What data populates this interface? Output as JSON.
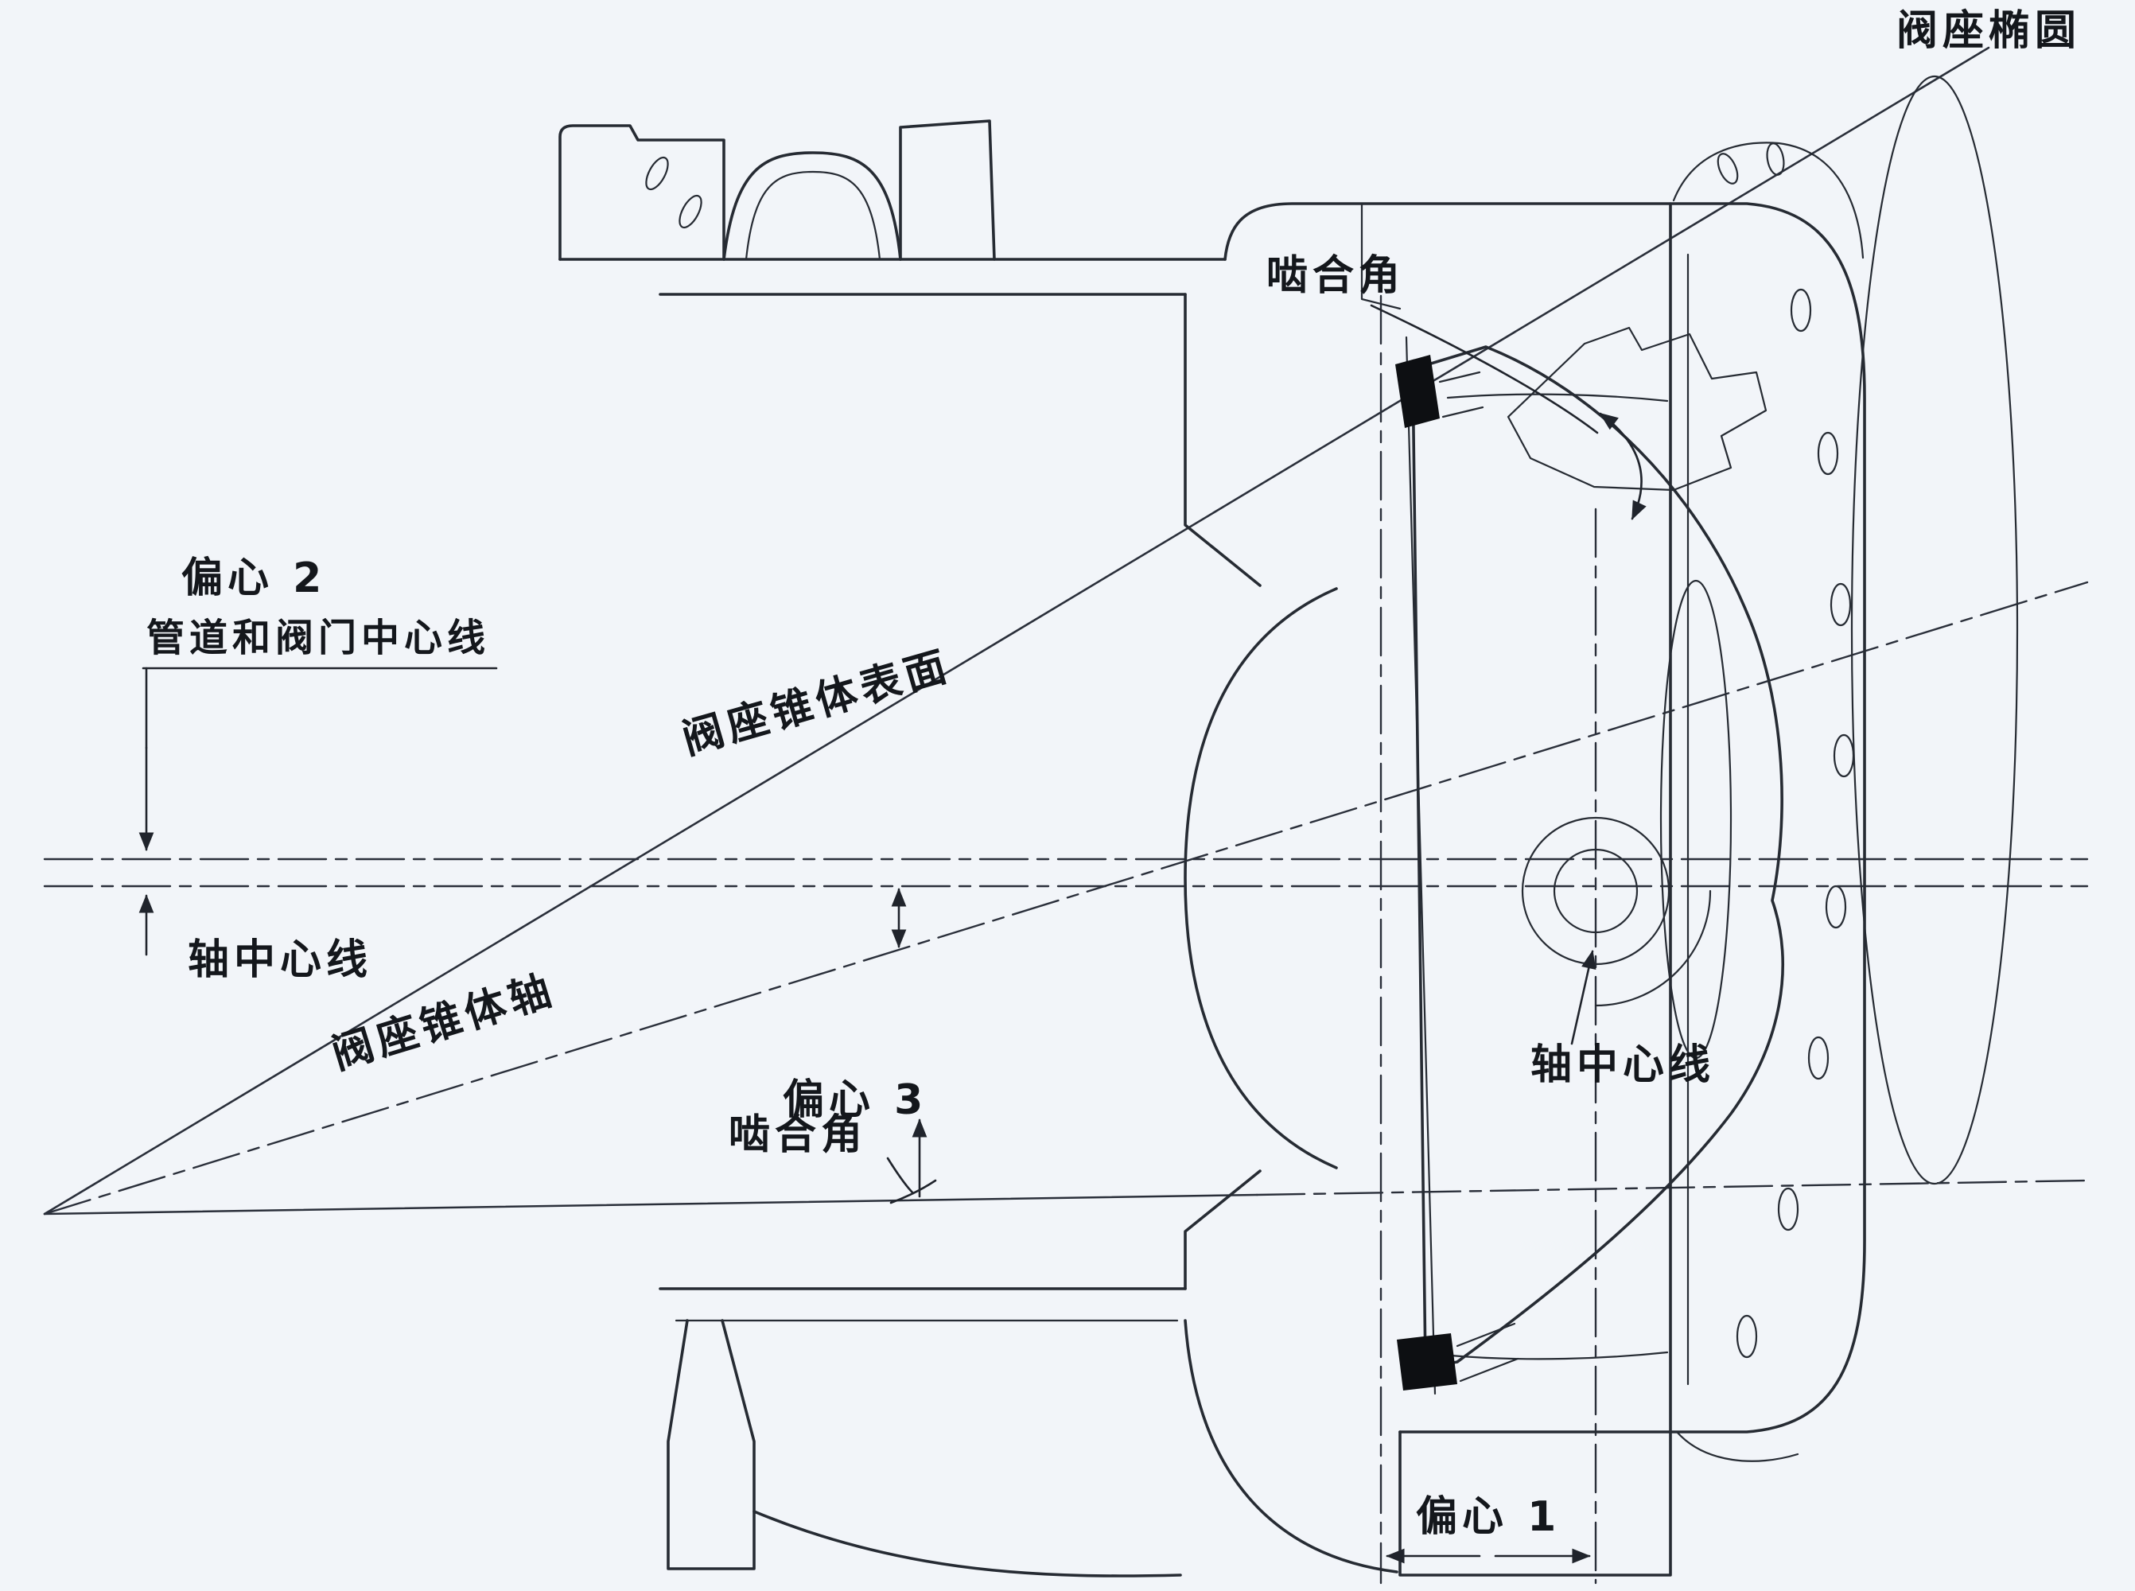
{
  "canvas": {
    "background": "#f2f5f9",
    "line_color": "#262b33",
    "text_color": "#14171c"
  },
  "labels": {
    "seat_ellipse": "阀座椭圆",
    "engagement_angle_top": "啮合角",
    "engagement_angle_bottom": "啮合角",
    "eccentricity_1": "偏心 1",
    "eccentricity_2": "偏心 2",
    "eccentricity_3": "偏心 3",
    "pipe_and_valve_centerline": "管道和阀门中心线",
    "shaft_centerline_left": "轴中心线",
    "shaft_centerline_right": "轴中心线",
    "seat_cone_surface": "阀座锥体表面",
    "seat_cone_axis": "阀座锥体轴"
  }
}
